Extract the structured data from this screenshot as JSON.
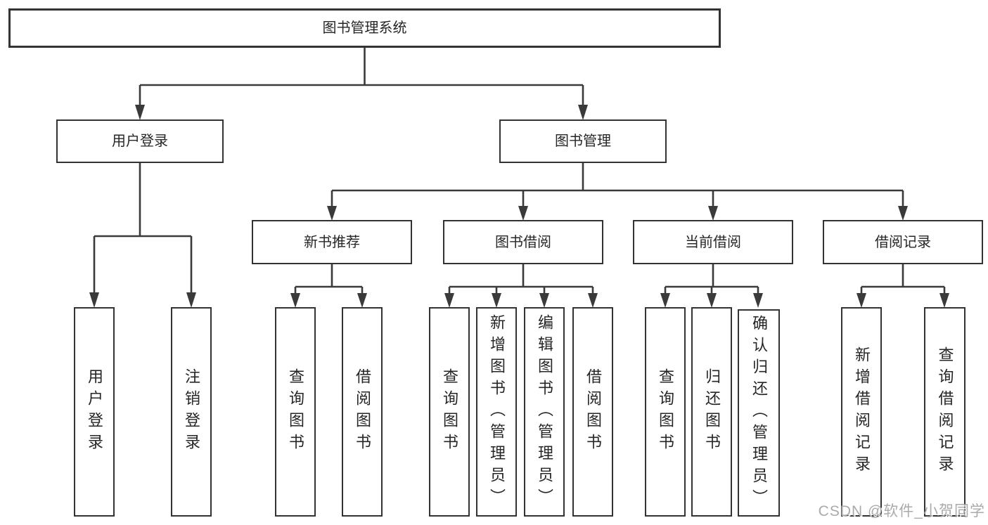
{
  "diagram": {
    "root": {
      "label": "图书管理系统"
    },
    "branches": [
      {
        "label": "用户登录",
        "children": [
          {
            "label": "用户登录"
          },
          {
            "label": "注销登录"
          }
        ]
      },
      {
        "label": "图书管理",
        "children": [
          {
            "label": "新书推荐",
            "children": [
              {
                "label": "查询图书"
              },
              {
                "label": "借阅图书"
              }
            ]
          },
          {
            "label": "图书借阅",
            "children": [
              {
                "label": "查询图书"
              },
              {
                "label": "新增图书（管理员）"
              },
              {
                "label": "编辑图书（管理员）"
              },
              {
                "label": "借阅图书"
              }
            ]
          },
          {
            "label": "当前借阅",
            "children": [
              {
                "label": "查询图书"
              },
              {
                "label": "归还图书"
              },
              {
                "label": "确认归还（管理员）"
              }
            ]
          },
          {
            "label": "借阅记录",
            "children": [
              {
                "label": "新增借阅记录"
              },
              {
                "label": "查询借阅记录"
              }
            ]
          }
        ]
      }
    ]
  },
  "watermark": {
    "text": "CSDN @软件_小贺同学"
  },
  "colors": {
    "line": "#3a3a3a",
    "box_border": "#333333",
    "box_fill": "#ffffff",
    "text": "#262626",
    "watermark": "#aaaaaa",
    "background": "#ffffff"
  }
}
